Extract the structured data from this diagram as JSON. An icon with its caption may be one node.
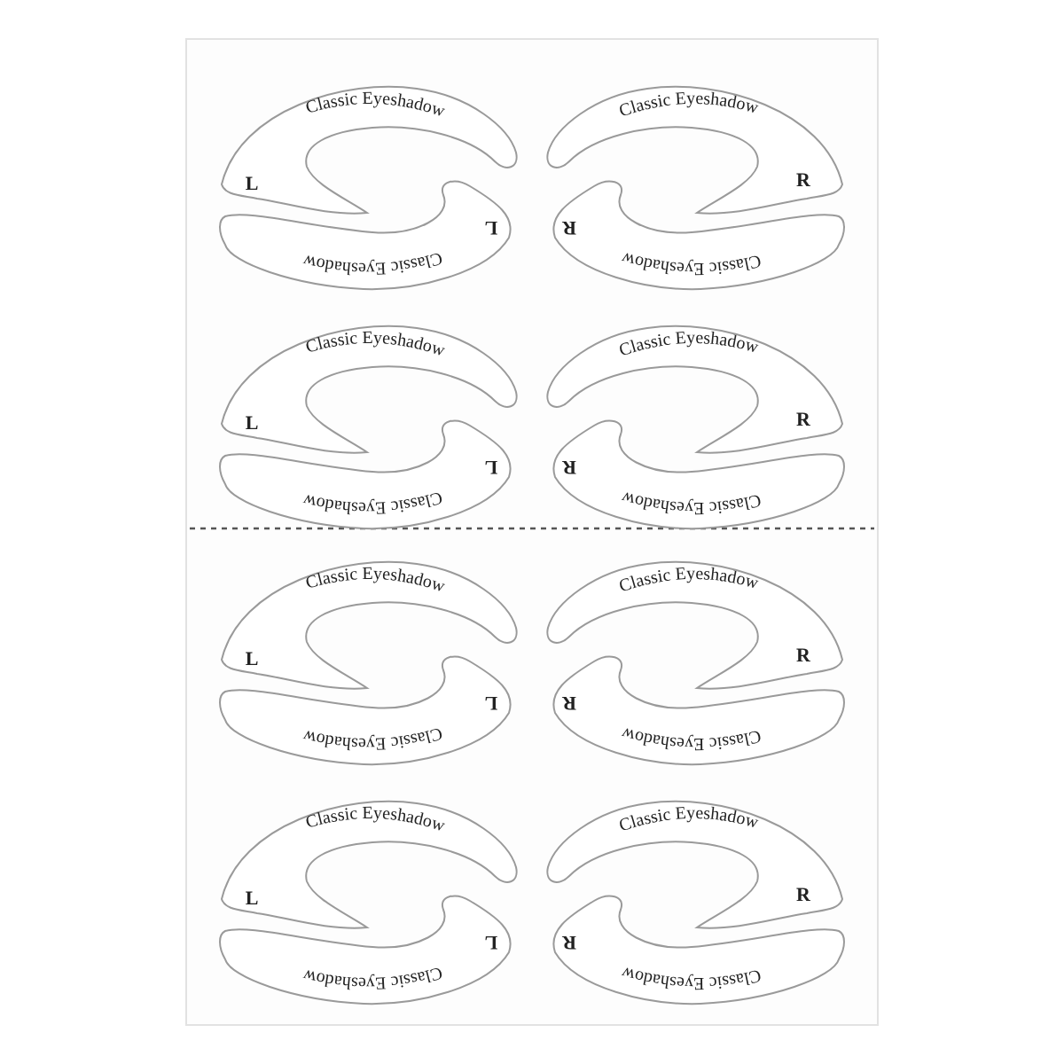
{
  "diagram": {
    "nodes": [
      {
        "text": [
          "Classic Eyeshadow",
          "L"
        ]
      },
      {
        "text": [
          "L",
          "Classic Eyeshadow"
        ]
      },
      {
        "text": [
          "Classic Eyeshadow",
          "R"
        ]
      },
      {
        "text": [
          "R",
          "Classic Eyeshadow"
        ]
      },
      {
        "text": [
          "Classic Eyeshadow",
          "L"
        ]
      },
      {
        "text": [
          "L",
          "Classic Eyeshadow"
        ]
      },
      {
        "text": [
          "Classic Eyeshadow",
          "R"
        ]
      },
      {
        "text": [
          "R",
          "Classic Eyeshadow"
        ]
      },
      {
        "text": [
          "Classic Eyeshadow",
          "L"
        ]
      },
      {
        "text": [
          "L",
          "Classic Eyeshadow"
        ]
      },
      {
        "text": [
          "Classic Eyeshadow",
          "R"
        ]
      },
      {
        "text": [
          "R",
          "Classic Eyeshadow"
        ]
      },
      {
        "text": [
          "Classic Eyeshadow",
          "L"
        ]
      },
      {
        "text": [
          "L",
          "Classic Eyeshadow"
        ]
      },
      {
        "text": [
          "Classic Eyeshadow",
          "R"
        ]
      },
      {
        "text": [
          "R",
          "Classic Eyeshadow"
        ]
      }
    ]
  }
}
